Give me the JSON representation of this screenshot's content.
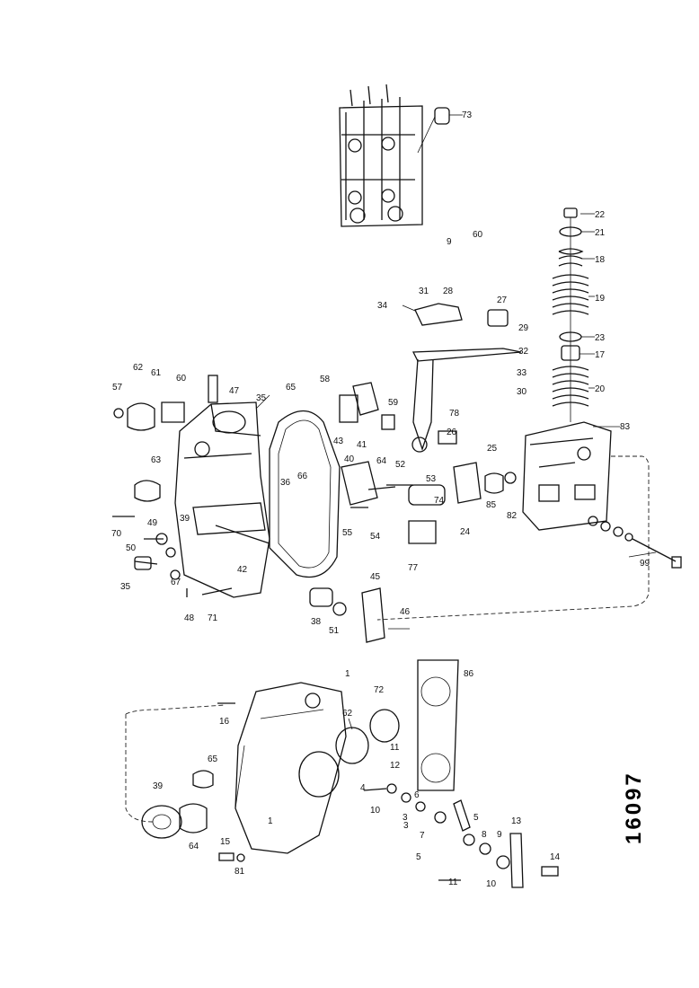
{
  "drawing_number": "16097",
  "callouts": [
    "73",
    "22",
    "21",
    "9",
    "60",
    "18",
    "31",
    "28",
    "34",
    "27",
    "19",
    "29",
    "23",
    "17",
    "32",
    "33",
    "30",
    "20",
    "62",
    "61",
    "60",
    "57",
    "47",
    "35",
    "65",
    "58",
    "59",
    "78",
    "43",
    "41",
    "63",
    "26",
    "25",
    "83",
    "40",
    "64",
    "52",
    "53",
    "36",
    "66",
    "55",
    "74",
    "24",
    "85",
    "82",
    "70",
    "49",
    "39",
    "54",
    "50",
    "42",
    "77",
    "99",
    "35",
    "67",
    "45",
    "46",
    "48",
    "71",
    "38",
    "51",
    "1",
    "86",
    "72",
    "16",
    "62",
    "11",
    "12",
    "65",
    "39",
    "10",
    "3",
    "6",
    "5",
    "13",
    "4",
    "64",
    "7",
    "3",
    "8",
    "9",
    "15",
    "81",
    "5",
    "14",
    "11",
    "10",
    "1"
  ]
}
